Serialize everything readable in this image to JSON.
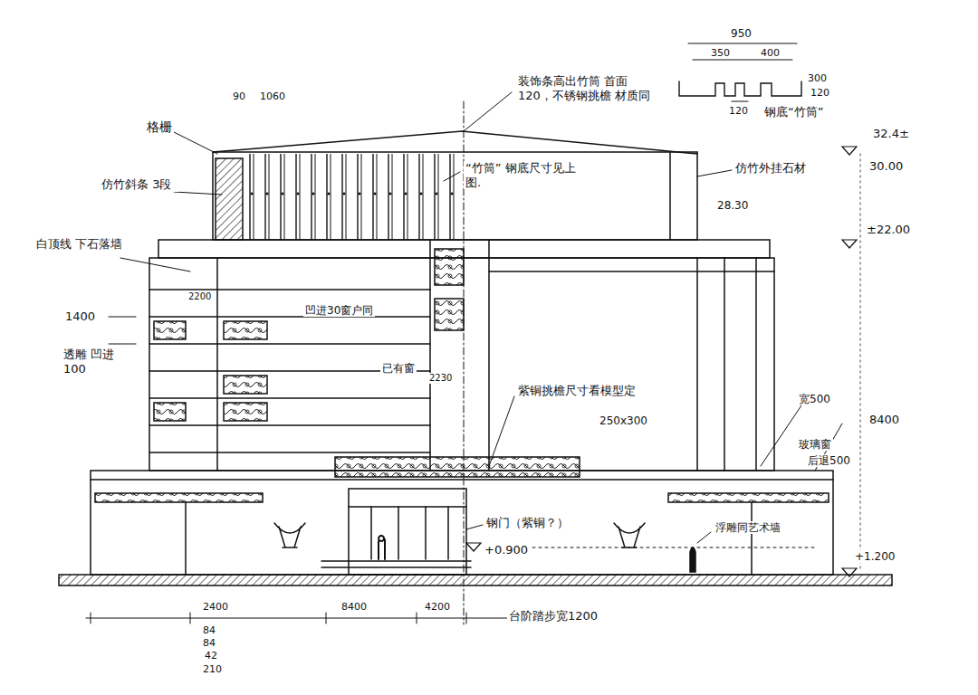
{
  "diagram": {
    "labels": [
      "950",
      "350",
      "400",
      "300",
      "120",
      "120",
      "钢底“竹筒”",
      "32.4±",
      "30.00",
      "±22.00",
      "装饰条高出竹筒 首面120，不锈钢挑檐 材质同",
      "“竹筒” 钢底尺寸见上图.",
      "仿竹外挂石材",
      "28.30",
      "90",
      "1060",
      "格栅",
      "仿竹斜条 3段",
      "白顶线 下石落墙",
      "2200",
      "1400",
      "透雕 凹进100",
      "凹进30窗户同",
      "已有窗",
      "2230",
      "紫铜挑檐尺寸看模型定",
      "250x300",
      "宽500",
      "8400",
      "玻璃窗",
      "后退500",
      "钢门（紫铜？）",
      "+0.900",
      "浮雕同艺术墙",
      "+1.200",
      "2400",
      "8400",
      "4200",
      "台阶踏步宽1200",
      "84",
      "84",
      "42",
      "210"
    ]
  }
}
